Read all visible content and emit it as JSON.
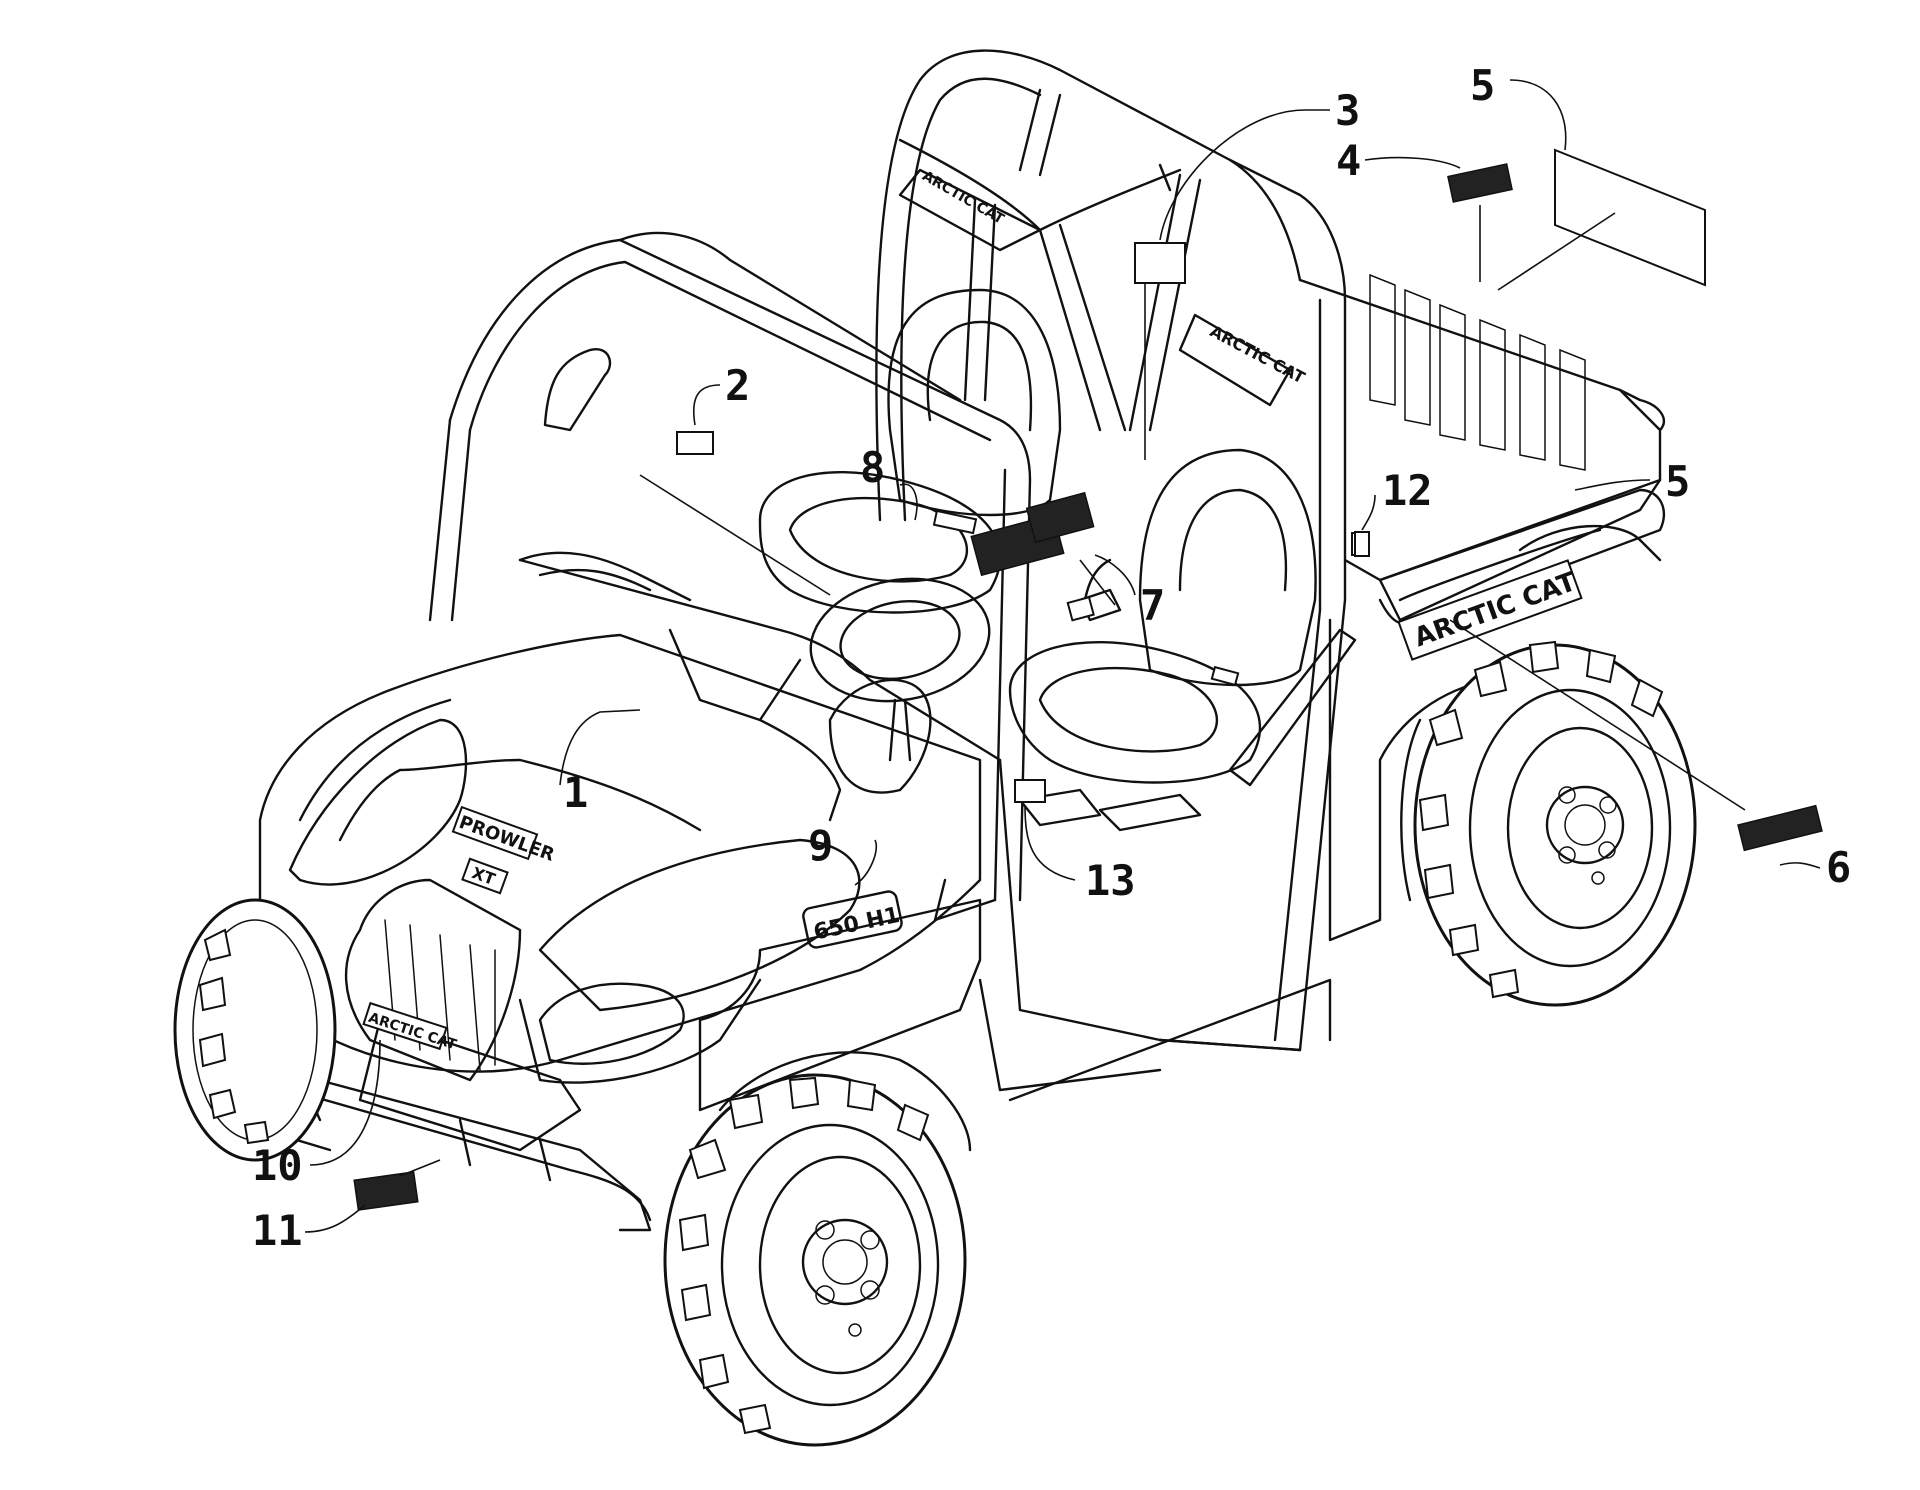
{
  "callouts": [
    {
      "id": "1",
      "label": "1"
    },
    {
      "id": "2",
      "label": "2"
    },
    {
      "id": "3",
      "label": "3"
    },
    {
      "id": "4",
      "label": "4"
    },
    {
      "id": "5a",
      "label": "5"
    },
    {
      "id": "5b",
      "label": "5"
    },
    {
      "id": "6",
      "label": "6"
    },
    {
      "id": "7",
      "label": "7"
    },
    {
      "id": "8",
      "label": "8"
    },
    {
      "id": "9",
      "label": "9"
    },
    {
      "id": "10",
      "label": "10"
    },
    {
      "id": "11",
      "label": "11"
    },
    {
      "id": "12",
      "label": "12"
    },
    {
      "id": "13",
      "label": "13"
    }
  ],
  "vehicle_text": {
    "hood_decal_top": "PROWLER",
    "hood_decal_bottom": "XT",
    "seat_logo": "ARCTIC CAT",
    "bed_side_logo": "ARCTIC CAT",
    "roll_bar_logo": "ARCTIC CAT",
    "fender_badge": "650 H1"
  }
}
